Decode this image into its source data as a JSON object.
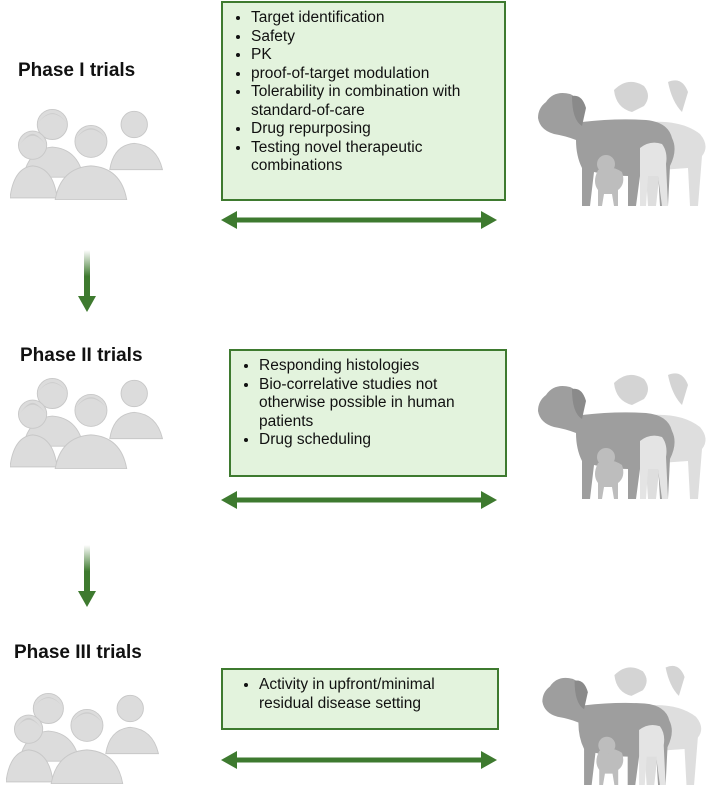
{
  "phases": [
    {
      "title": "Phase I trials",
      "items": [
        "Target identification",
        "Safety",
        "PK",
        "proof-of-target modulation",
        "Tolerability in combination with standard-of-care",
        "Drug repurposing",
        "Testing novel therapeutic combinations"
      ]
    },
    {
      "title": "Phase II trials",
      "items": [
        "Responding histologies",
        "Bio-correlative studies not otherwise possible in human patients",
        "Drug scheduling"
      ]
    },
    {
      "title": "Phase III trials",
      "items": [
        "Activity in upfront/minimal residual disease setting"
      ]
    }
  ],
  "icons": {
    "humans": "human-group-icon",
    "dogs": "dog-group-icon"
  },
  "colors": {
    "box_fill": "#e3f3dd",
    "box_border": "#3e7a2f",
    "arrow": "#3e7a2f"
  }
}
